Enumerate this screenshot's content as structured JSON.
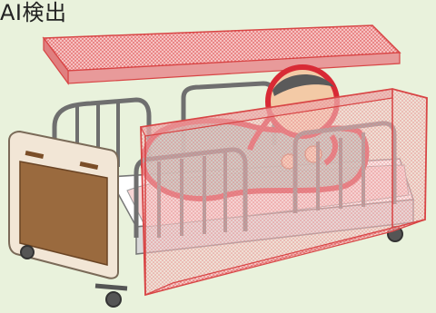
{
  "title": "AI検出",
  "colors": {
    "background": "#e9f2dc",
    "detection_zone": "#e8505b",
    "person_outline": "#d82a35",
    "headboard_wood": "#9a6a3e",
    "rail_metal": "#6f6f6f"
  },
  "icons": [
    "bed-illustration",
    "person-lying",
    "detection-box-overlay"
  ]
}
